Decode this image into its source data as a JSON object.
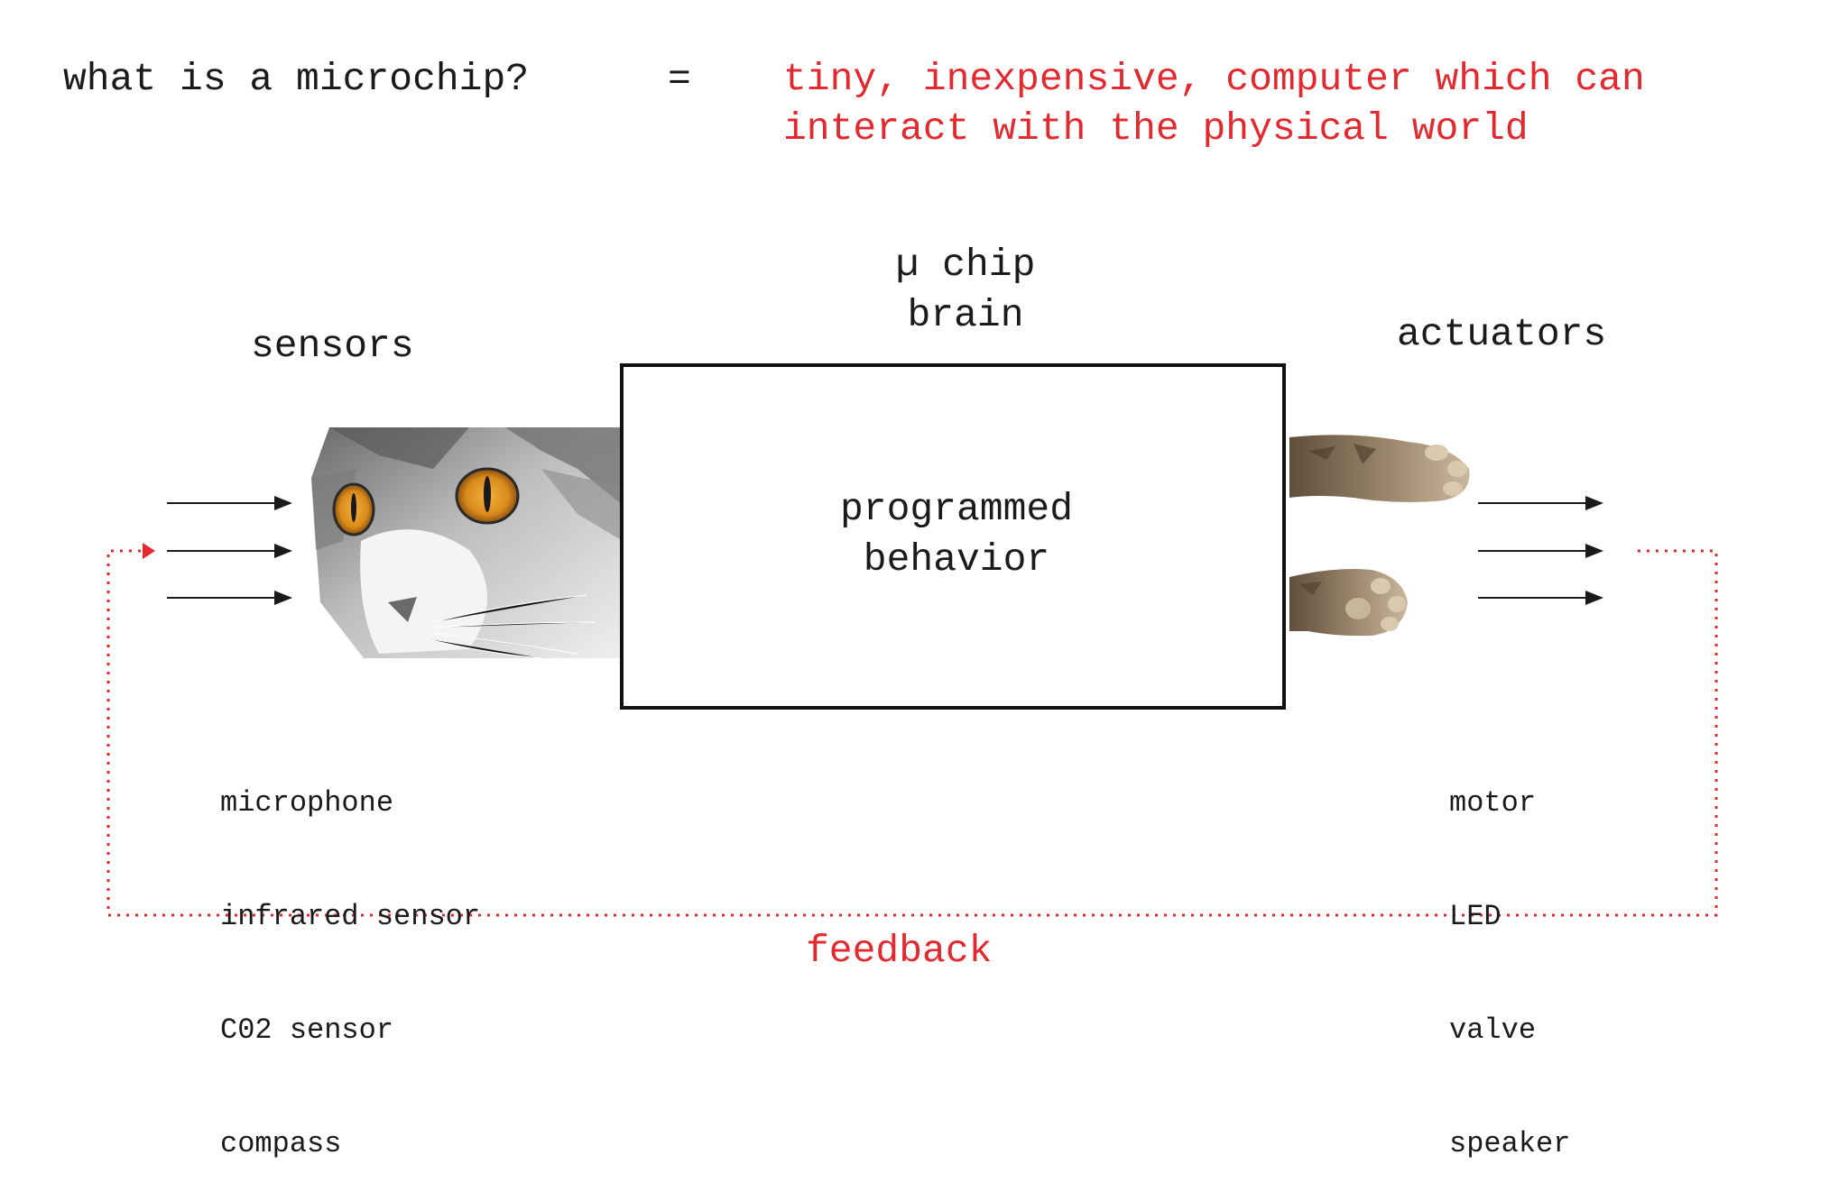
{
  "header": {
    "question": "what is a microchip?",
    "equals": "=",
    "definition_line1": "tiny, inexpensive, computer which can",
    "definition_line2": "interact with the physical world"
  },
  "chip": {
    "title_line1": "µ chip",
    "title_line2": "brain",
    "box_line1": "programmed",
    "box_line2": "behavior"
  },
  "sensors": {
    "heading": "sensors",
    "items": [
      "microphone",
      "infrared sensor",
      "C02 sensor",
      "compass"
    ]
  },
  "actuators": {
    "heading": "actuators",
    "items": [
      "motor",
      "LED",
      "valve",
      "speaker"
    ]
  },
  "feedback": {
    "label": "feedback"
  },
  "colors": {
    "accent": "#e2292f",
    "ink": "#1a1a1a"
  },
  "images": {
    "sensor_image": "cat-face",
    "actuator_image": "cat-paws"
  }
}
